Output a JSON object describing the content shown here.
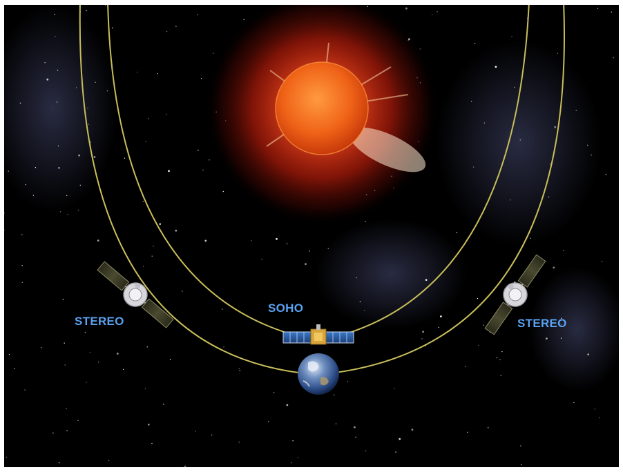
{
  "labels": {
    "stereo_left": "STEREO",
    "soho": "SOHO",
    "stereo_right": "STEREO"
  },
  "bodies": {
    "sun": {
      "icon": "sun-icon",
      "corona_color": "#b01e08",
      "surface_color": "#f06418"
    },
    "earth": {
      "icon": "earth-icon"
    }
  },
  "spacecraft": [
    {
      "name": "STEREO",
      "icon": "satellite-icon"
    },
    {
      "name": "SOHO",
      "icon": "satellite-icon"
    },
    {
      "name": "STEREO",
      "icon": "satellite-icon"
    }
  ],
  "colors": {
    "background": "#000000",
    "orbit_line": "#c8bd5a",
    "label_text": "#5aa2f0",
    "nebula": "#4a4f78"
  }
}
